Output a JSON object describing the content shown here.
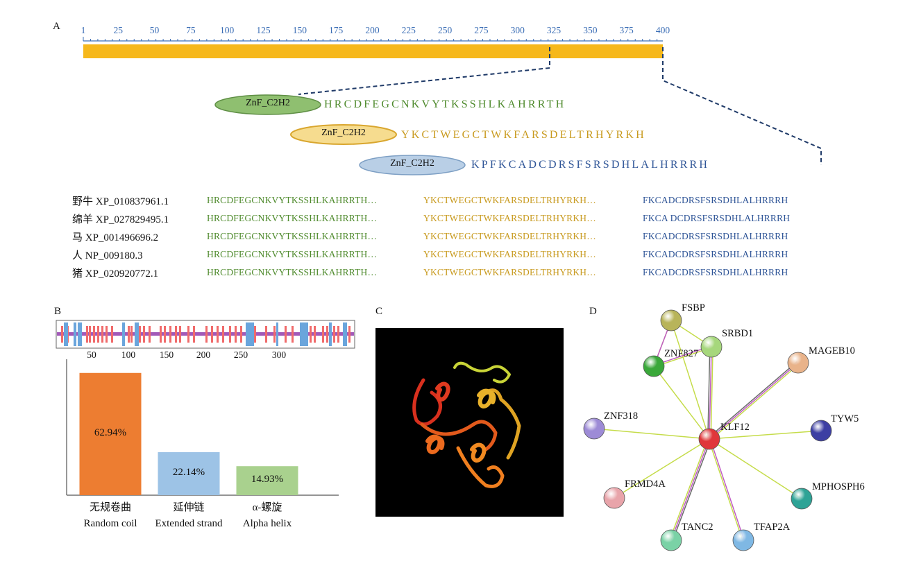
{
  "panels": {
    "a": "A",
    "b": "B",
    "c": "C",
    "d": "D"
  },
  "ruler": {
    "ticks": [
      "1",
      "25",
      "50",
      "75",
      "100",
      "125",
      "150",
      "175",
      "200",
      "225",
      "250",
      "275",
      "300",
      "325",
      "350",
      "375",
      "400"
    ],
    "bar_color": "#f6b81b"
  },
  "domains": [
    {
      "label": "ZnF_C2H2",
      "sequence": "HRCDFEGCNKVYTKSSHLKAHRRTH",
      "fill": "#8fbf70",
      "text_color": "#4e8a2c"
    },
    {
      "label": "ZnF_C2H2",
      "sequence": "YKCTWEGCTWKFARSDELTRHYRKH",
      "fill": "#f6dc8f",
      "text_color": "#c89a1e"
    },
    {
      "label": "ZnF_C2H2",
      "sequence": "KPFKCADCDRSFSRSDHLALHRRRH",
      "fill": "#b9cfe6",
      "text_color": "#2f5597"
    }
  ],
  "alignment": [
    {
      "species": "野牛 XP_010837961.1",
      "s1": "HRCDFEGCNKVYTKSSHLKAHRRTH…",
      "s2": "YKCTWEGCTWKFARSDELTRHYRKH…",
      "s3": "FKCADCDRSFSRSDHLALHRRRH"
    },
    {
      "species": "绵羊 XP_027829495.1",
      "s1": "HRCDFEGCNKVYTKSSHLKAHRRTH…",
      "s2": "YKCTWEGCTWKFARSDELTRHYRKH…",
      "s3": "FKCA DCDRSFSRSDHLALHRRRH"
    },
    {
      "species": "马 XP_001496696.2",
      "s1": "HRCDFEGCNKVYTKSSHLKAHRRTH…",
      "s2": "YKCTWEGCTWKFARSDELTRHYRKH…",
      "s3": "FKCADCDRSFSRSDHLALHRRRH"
    },
    {
      "species": "人 NP_009180.3",
      "s1": "HRCDFEGCNKVYTKSSHLKAHRRTH…",
      "s2": "YKCTWEGCTWKFARSDELTRHYRKH…",
      "s3": "FKCADCDRSFSRSDHLALHRRRH"
    },
    {
      "species": "猪 XP_020920772.1",
      "s1": "HRCDFEGCNKVYTKSSHLKAHRRTH…",
      "s2": "YKCTWEGCTWKFARSDELTRHYRKH…",
      "s3": "FKCADCDRSFSRSDHLALHRRRH"
    }
  ],
  "secondary_track": {
    "ticks": [
      "50",
      "100",
      "150",
      "200",
      "250",
      "300"
    ],
    "coil_color": "#a259b8",
    "strand_color": "#6aa5dc",
    "helix_color": "#f06b6b"
  },
  "chart_data": {
    "type": "bar",
    "categories": [
      "无规卷曲 Random coil",
      "延伸链 Extended strand",
      "α-螺旋 Alpha helix"
    ],
    "category_lines": [
      [
        "无规卷曲",
        "Random coil"
      ],
      [
        "延伸链",
        "Extended strand"
      ],
      [
        "α-螺旋",
        "Alpha helix"
      ]
    ],
    "values": [
      62.94,
      22.14,
      14.93
    ],
    "value_labels": [
      "62.94%",
      "22.14%",
      "14.93%"
    ],
    "colors": [
      "#ed7d31",
      "#9dc3e6",
      "#a9d18e"
    ],
    "ylim": [
      0,
      70
    ],
    "title": "",
    "xlabel": "",
    "ylabel": ""
  },
  "network": {
    "center": "KLF12",
    "nodes": [
      {
        "label": "FSBP",
        "color": "#b8b45a"
      },
      {
        "label": "SRBD1",
        "color": "#a6d77c"
      },
      {
        "label": "ZNF827",
        "color": "#3aa83a"
      },
      {
        "label": "MAGEB10",
        "color": "#e9b38a"
      },
      {
        "label": "ZNF318",
        "color": "#9d8bd6"
      },
      {
        "label": "KLF12",
        "color": "#e0363b"
      },
      {
        "label": "TYW5",
        "color": "#3d3fa3"
      },
      {
        "label": "FRMD4A",
        "color": "#e8a4aa"
      },
      {
        "label": "MPHOSPH6",
        "color": "#2ea396"
      },
      {
        "label": "TANC2",
        "color": "#7ad2a6"
      },
      {
        "label": "TFAP2A",
        "color": "#7fb8e4"
      }
    ],
    "edge_colors": [
      "#c5dc4a",
      "#c05cc5",
      "#6b6b6b"
    ]
  }
}
